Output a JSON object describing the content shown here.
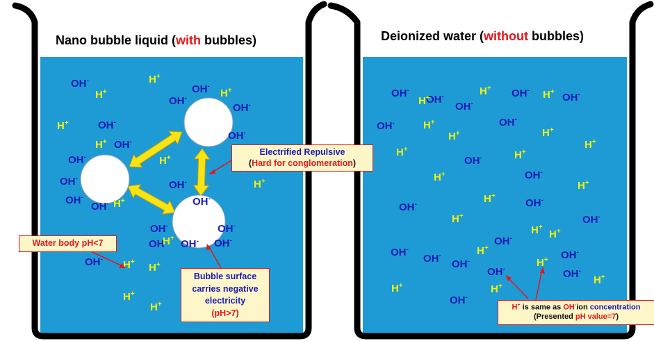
{
  "left_beaker": {
    "title_prefix": "Nano bubble liquid (",
    "title_highlight": "with",
    "title_suffix": " bubbles)"
  },
  "right_beaker": {
    "title_prefix": "Deionized water (",
    "title_highlight": "without",
    "title_suffix": " bubbles)"
  },
  "ions": {
    "oh_base": "OH",
    "oh_sup": "-",
    "h_base": "H",
    "h_sup": "+"
  },
  "callouts": {
    "repulsive_line1": "Electrified Repulsive",
    "repulsive_line2_open": "(",
    "repulsive_line2_red": "Hard for conglomeration",
    "repulsive_line2_close": ")",
    "water_ph": "Water body pH<7",
    "surface_line1": "Bubble surface",
    "surface_line2": "carries negative",
    "surface_line3": "electricity",
    "surface_line4": "(pH>7)",
    "same_h": "H",
    "same_h_sup": "+",
    "same_mid": " is same as ",
    "same_oh": "OH",
    "same_oh_sup": "-",
    "same_ion": "ion ",
    "same_conc": "concentration",
    "presented_open": "(Presented ",
    "presented_red": "pH value=7",
    "presented_close": ")"
  },
  "colors": {
    "water": "#1e9bd4",
    "oh": "#1a1ab5",
    "h": "#f2f20a",
    "arrow": "#f6e414",
    "callout_border": "#e8141a",
    "callout_fill": "#fdf6c8"
  }
}
